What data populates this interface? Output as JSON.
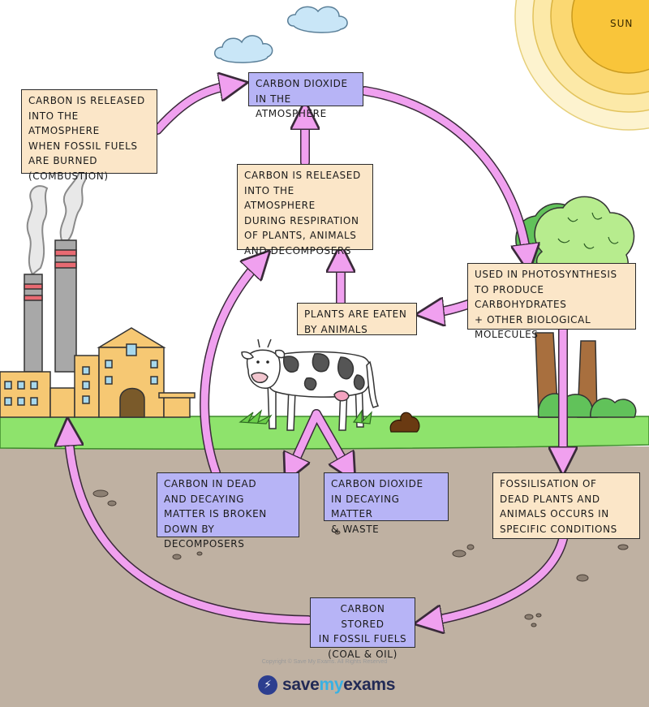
{
  "sun": {
    "label": "SUN"
  },
  "boxes": {
    "co2_atmosphere": "CARBON DIOXIDE\nIN THE ATMOSPHERE",
    "combustion": "CARBON IS RELEASED\nINTO THE ATMOSPHERE\nWHEN FOSSIL FUELS\nARE BURNED\n(COMBUSTION)",
    "respiration": "CARBON IS RELEASED\nINTO THE ATMOSPHERE\nDURING RESPIRATION\nOF PLANTS, ANIMALS\nAND DECOMPOSERS",
    "photosynthesis": "USED IN PHOTOSYNTHESIS\nTO PRODUCE CARBOHYDRATES\n+ OTHER BIOLOGICAL\nMOLECULES",
    "eaten": "PLANTS ARE EATEN\nBY ANIMALS",
    "decomposers": "CARBON IN DEAD\nAND DECAYING\nMATTER IS BROKEN\nDOWN BY DECOMPOSERS",
    "decaying_co2": "CARBON DIOXIDE\nIN DECAYING MATTER\n& WASTE",
    "fossilisation": "FOSSILISATION OF\nDEAD PLANTS AND\nANIMALS OCCURS IN\nSPECIFIC CONDITIONS",
    "fossil_fuels": "CARBON STORED\nIN FOSSIL FUELS\n(COAL & OIL)"
  },
  "footer": {
    "copyright": "Copyright © Save My Exams. All Rights Reserved",
    "logo_icon": "lightning-icon",
    "logo_glyph": "⚡",
    "logo_save": "save",
    "logo_my": "my",
    "logo_exams": "exams"
  },
  "colors": {
    "arrow": "#f0a0ef",
    "peach_box": "#fbe6c8",
    "violet_box": "#b7b4f6",
    "grass": "#8ee36c",
    "soil": "#bfb1a2",
    "sun_core": "#f9c53a"
  }
}
